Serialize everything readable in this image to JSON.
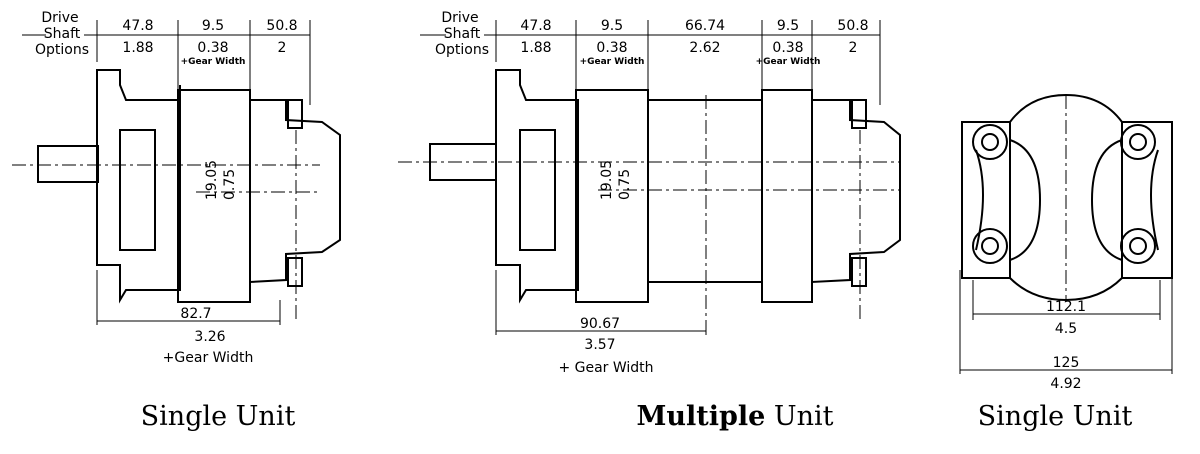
{
  "left_view": {
    "drive_shaft": [
      "Drive",
      "Shaft",
      "Options"
    ],
    "dims_top": [
      {
        "mm": "47.8",
        "in": "1.88"
      },
      {
        "mm": "9.5",
        "in": "0.38",
        "note": "+Gear Width"
      },
      {
        "mm": "50.8",
        "in": "2"
      }
    ],
    "vert_mm": "19.05",
    "vert_in": "0.75",
    "overall_mm": "82.7",
    "overall_in": "3.26",
    "overall_note": "+Gear Width",
    "caption": "Single Unit"
  },
  "middle_view": {
    "drive_shaft": [
      "Drive",
      "Shaft",
      "Options"
    ],
    "dims_top": [
      {
        "mm": "47.8",
        "in": "1.88"
      },
      {
        "mm": "9.5",
        "in": "0.38",
        "note": "+Gear Width"
      },
      {
        "mm": "66.74",
        "in": "2.62"
      },
      {
        "mm": "9.5",
        "in": "0.38",
        "note": "+Gear Width"
      },
      {
        "mm": "50.8",
        "in": "2"
      }
    ],
    "vert_mm": "19.05",
    "vert_in": "0.75",
    "overall_mm": "90.67",
    "overall_in": "3.57",
    "overall_note": "+ Gear Width",
    "caption_bold": "Multiple",
    "caption_rest": " Unit"
  },
  "right_view": {
    "width1_mm": "112.1",
    "width1_in": "4.5",
    "width2_mm": "125",
    "width2_in": "4.92",
    "caption": "Single Unit"
  }
}
